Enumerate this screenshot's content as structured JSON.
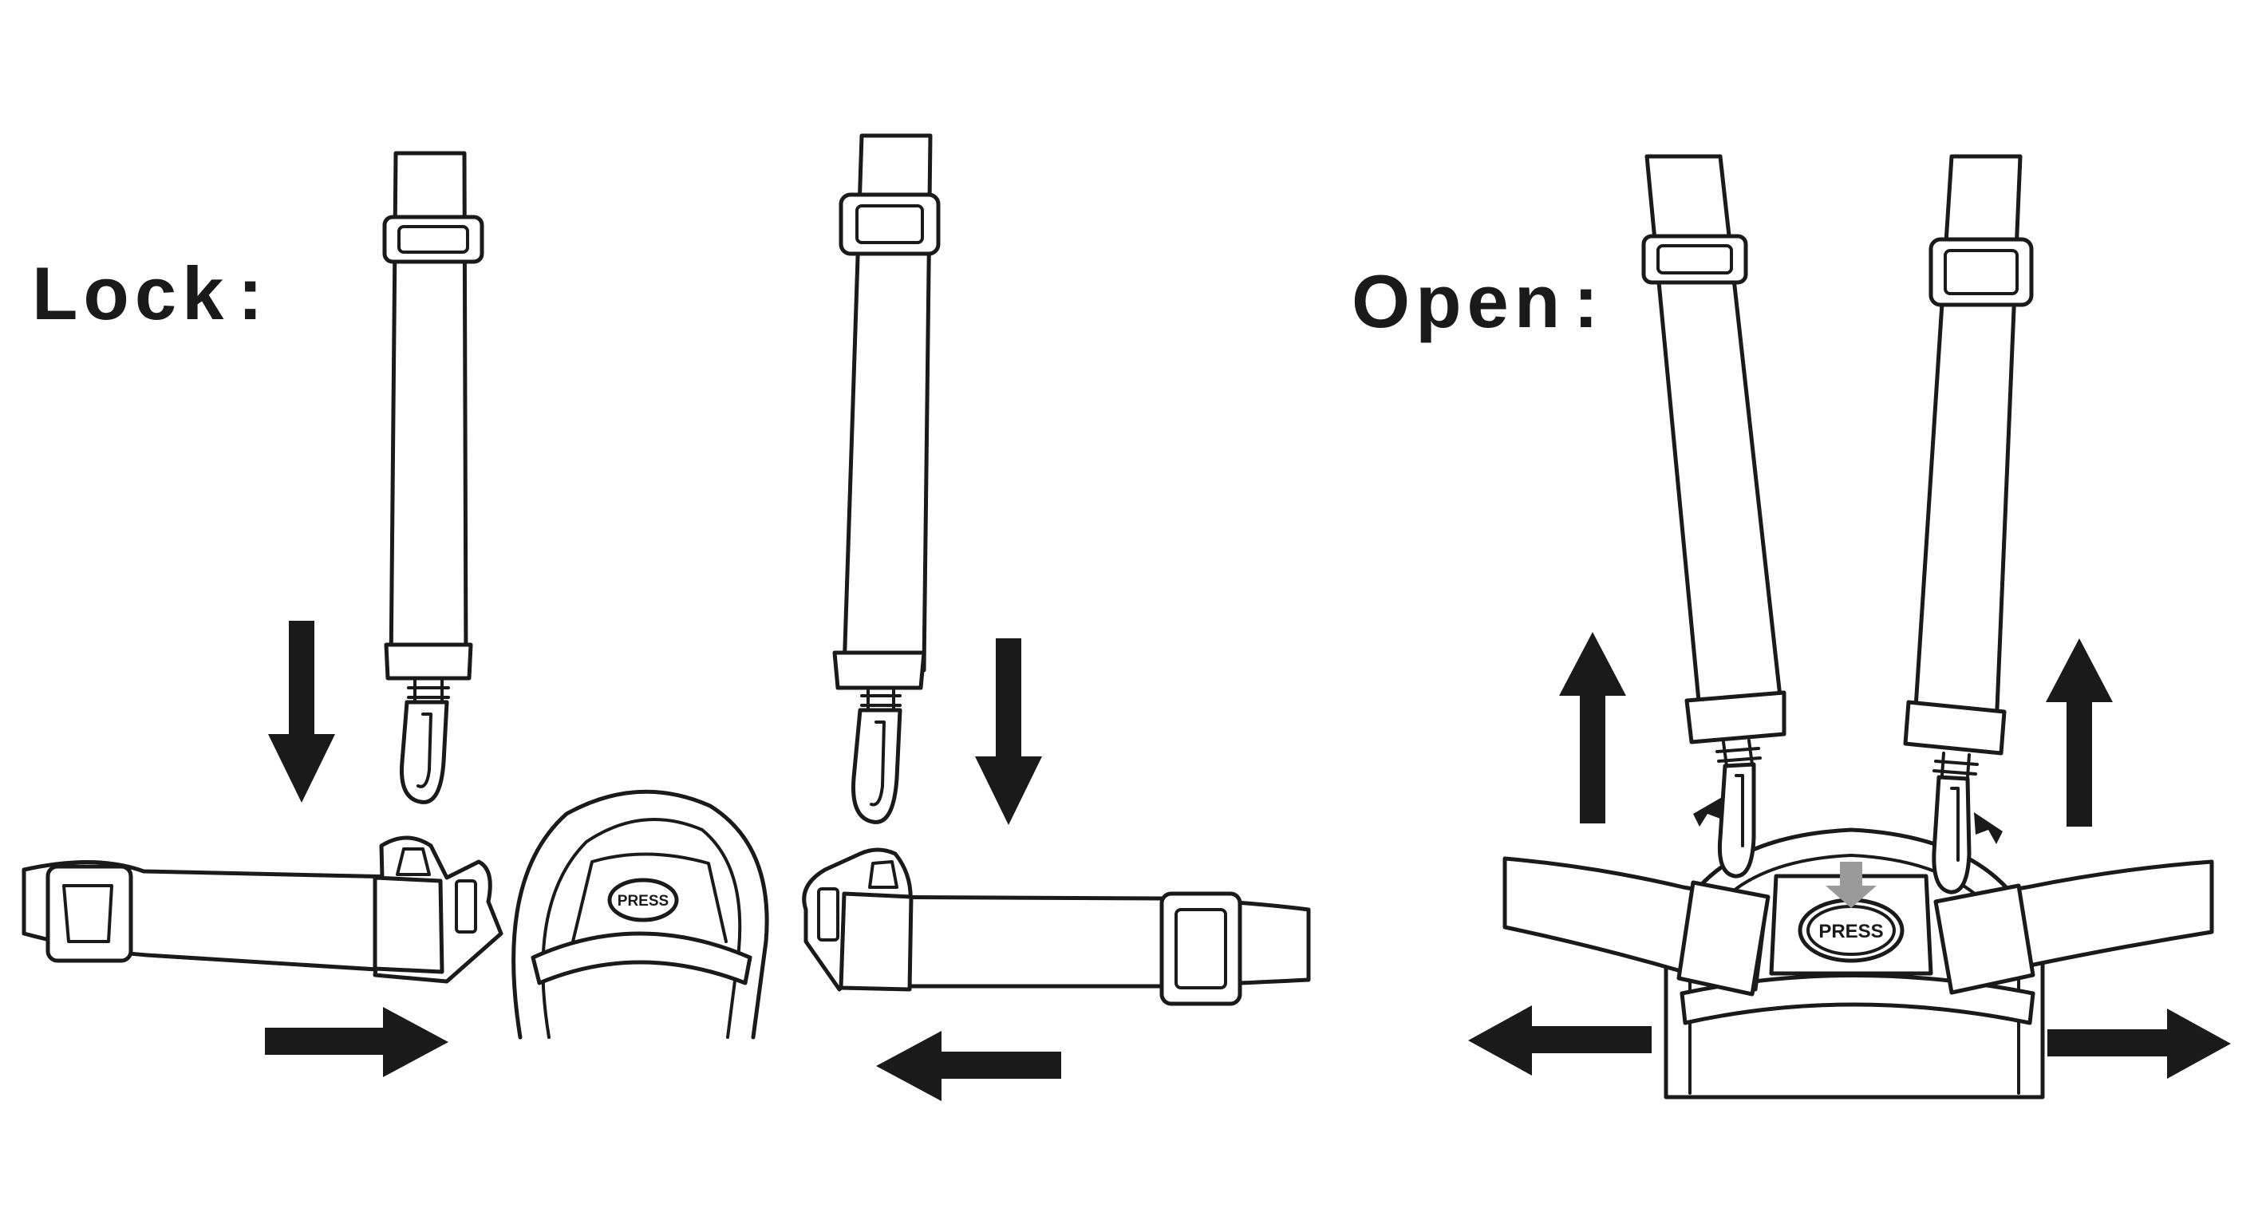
{
  "lock": {
    "heading": "Lock",
    "colon": ":",
    "button_label": "PRESS"
  },
  "open": {
    "heading": "Open",
    "colon": ":",
    "button_label": "PRESS"
  },
  "colors": {
    "ink": "#1a1a1a",
    "press_arrow": "#9a9a9a"
  }
}
